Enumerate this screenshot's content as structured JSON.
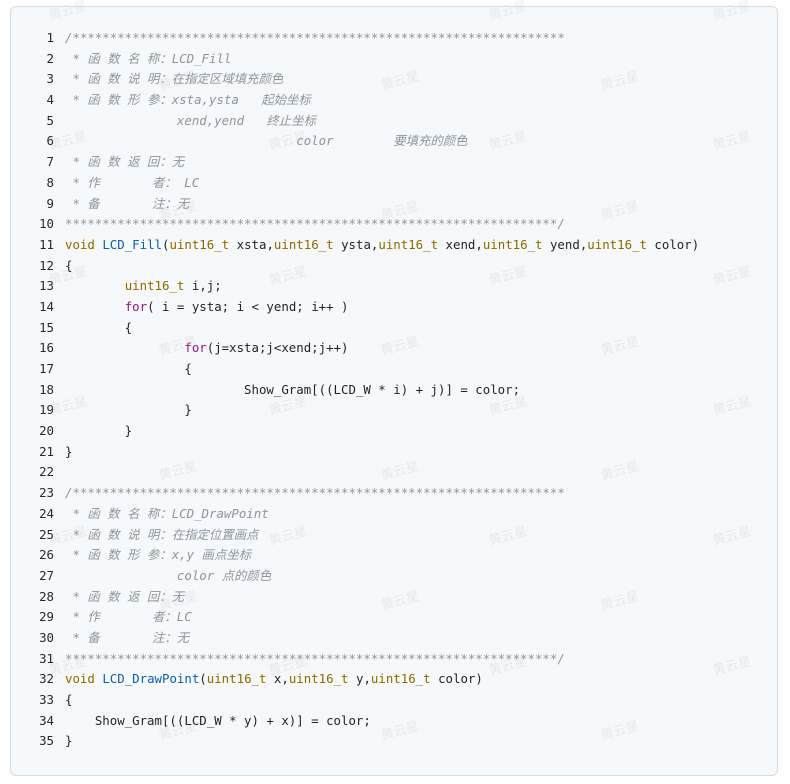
{
  "code": {
    "lines": [
      {
        "num": "1",
        "segments": [
          {
            "cls": "c",
            "text": "/******************************************************************"
          }
        ]
      },
      {
        "num": "2",
        "segments": [
          {
            "cls": "c",
            "text": " * 函 数 名 称：LCD_Fill"
          }
        ]
      },
      {
        "num": "3",
        "segments": [
          {
            "cls": "c",
            "text": " * 函 数 说 明：在指定区域填充颜色"
          }
        ]
      },
      {
        "num": "4",
        "segments": [
          {
            "cls": "c",
            "text": " * 函 数 形 参：xsta,ysta   起始坐标"
          }
        ]
      },
      {
        "num": "5",
        "segments": [
          {
            "cls": "c",
            "text": "               xend,yend   终止坐标"
          }
        ]
      },
      {
        "num": "6",
        "segments": [
          {
            "cls": "c",
            "text": "                               color        要填充的颜色"
          }
        ]
      },
      {
        "num": "7",
        "segments": [
          {
            "cls": "c",
            "text": " * 函 数 返 回：无"
          }
        ]
      },
      {
        "num": "8",
        "segments": [
          {
            "cls": "c",
            "text": " * 作       者： LC"
          }
        ]
      },
      {
        "num": "9",
        "segments": [
          {
            "cls": "c",
            "text": " * 备       注：无"
          }
        ]
      },
      {
        "num": "10",
        "segments": [
          {
            "cls": "c",
            "text": "******************************************************************/"
          }
        ]
      },
      {
        "num": "11",
        "segments": [
          {
            "cls": "t",
            "text": "void "
          },
          {
            "cls": "f",
            "text": "LCD_Fill"
          },
          {
            "cls": "",
            "text": "("
          },
          {
            "cls": "t",
            "text": "uint16_t"
          },
          {
            "cls": "",
            "text": " xsta,"
          },
          {
            "cls": "t",
            "text": "uint16_t"
          },
          {
            "cls": "",
            "text": " ysta,"
          },
          {
            "cls": "t",
            "text": "uint16_t"
          },
          {
            "cls": "",
            "text": " xend,"
          },
          {
            "cls": "t",
            "text": "uint16_t"
          },
          {
            "cls": "",
            "text": " yend,"
          },
          {
            "cls": "t",
            "text": "uint16_t"
          },
          {
            "cls": "",
            "text": " color)"
          }
        ]
      },
      {
        "num": "12",
        "segments": [
          {
            "cls": "",
            "text": "{"
          }
        ]
      },
      {
        "num": "13",
        "segments": [
          {
            "cls": "",
            "text": "        "
          },
          {
            "cls": "t",
            "text": "uint16_t"
          },
          {
            "cls": "",
            "text": " i,j;"
          }
        ]
      },
      {
        "num": "14",
        "segments": [
          {
            "cls": "",
            "text": "        "
          },
          {
            "cls": "k",
            "text": "for"
          },
          {
            "cls": "",
            "text": "( i = ysta; i < yend; i++ )"
          }
        ]
      },
      {
        "num": "15",
        "segments": [
          {
            "cls": "",
            "text": "        {"
          }
        ]
      },
      {
        "num": "16",
        "segments": [
          {
            "cls": "",
            "text": "                "
          },
          {
            "cls": "k",
            "text": "for"
          },
          {
            "cls": "",
            "text": "(j=xsta;j<xend;j++)"
          }
        ]
      },
      {
        "num": "17",
        "segments": [
          {
            "cls": "",
            "text": "                {"
          }
        ]
      },
      {
        "num": "18",
        "segments": [
          {
            "cls": "",
            "text": "                        Show_Gram[((LCD_W * i) + j)] = color;"
          }
        ]
      },
      {
        "num": "19",
        "segments": [
          {
            "cls": "",
            "text": "                }"
          }
        ]
      },
      {
        "num": "20",
        "segments": [
          {
            "cls": "",
            "text": "        }"
          }
        ]
      },
      {
        "num": "21",
        "segments": [
          {
            "cls": "",
            "text": "}"
          }
        ]
      },
      {
        "num": "22",
        "segments": [
          {
            "cls": "",
            "text": ""
          }
        ]
      },
      {
        "num": "23",
        "segments": [
          {
            "cls": "c",
            "text": "/******************************************************************"
          }
        ]
      },
      {
        "num": "24",
        "segments": [
          {
            "cls": "c",
            "text": " * 函 数 名 称：LCD_DrawPoint"
          }
        ]
      },
      {
        "num": "25",
        "segments": [
          {
            "cls": "c",
            "text": " * 函 数 说 明：在指定位置画点"
          }
        ]
      },
      {
        "num": "26",
        "segments": [
          {
            "cls": "c",
            "text": " * 函 数 形 参：x,y 画点坐标"
          }
        ]
      },
      {
        "num": "27",
        "segments": [
          {
            "cls": "c",
            "text": "               color 点的颜色"
          }
        ]
      },
      {
        "num": "28",
        "segments": [
          {
            "cls": "c",
            "text": " * 函 数 返 回：无"
          }
        ]
      },
      {
        "num": "29",
        "segments": [
          {
            "cls": "c",
            "text": " * 作       者：LC"
          }
        ]
      },
      {
        "num": "30",
        "segments": [
          {
            "cls": "c",
            "text": " * 备       注：无"
          }
        ]
      },
      {
        "num": "31",
        "segments": [
          {
            "cls": "c",
            "text": "******************************************************************/"
          }
        ]
      },
      {
        "num": "32",
        "segments": [
          {
            "cls": "t",
            "text": "void "
          },
          {
            "cls": "f",
            "text": "LCD_DrawPoint"
          },
          {
            "cls": "",
            "text": "("
          },
          {
            "cls": "t",
            "text": "uint16_t"
          },
          {
            "cls": "",
            "text": " x,"
          },
          {
            "cls": "t",
            "text": "uint16_t"
          },
          {
            "cls": "",
            "text": " y,"
          },
          {
            "cls": "t",
            "text": "uint16_t"
          },
          {
            "cls": "",
            "text": " color)"
          }
        ]
      },
      {
        "num": "33",
        "segments": [
          {
            "cls": "",
            "text": "{"
          }
        ]
      },
      {
        "num": "34",
        "segments": [
          {
            "cls": "",
            "text": "    Show_Gram[((LCD_W * y) + x)] = color;"
          }
        ]
      },
      {
        "num": "35",
        "segments": [
          {
            "cls": "",
            "text": "}"
          }
        ]
      }
    ]
  },
  "watermark": {
    "text": "黄云星"
  }
}
